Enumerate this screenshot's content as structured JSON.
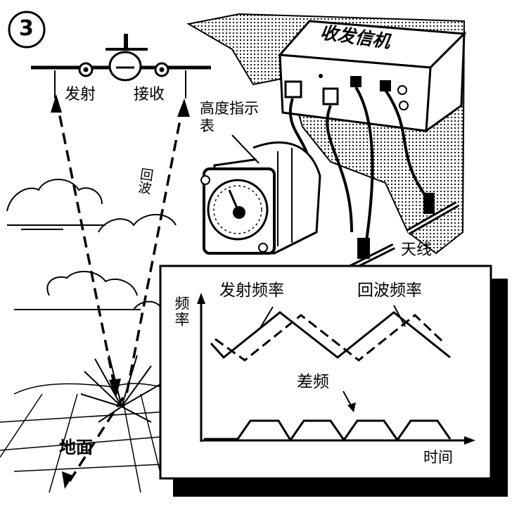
{
  "figure_number": "3",
  "labels": {
    "transceiver": "收发信机",
    "altimeter": "高度指示表",
    "antenna": "天线",
    "transmit": "发射",
    "receive": "接收",
    "echo": "回波",
    "ground": "地面"
  },
  "chart": {
    "ylabel": "频率",
    "xlabel": "时间",
    "transmit_freq": "发射频率",
    "echo_freq": "回波频率",
    "beat_freq": "差频"
  },
  "colors": {
    "ink": "#000000",
    "paper": "#ffffff"
  }
}
